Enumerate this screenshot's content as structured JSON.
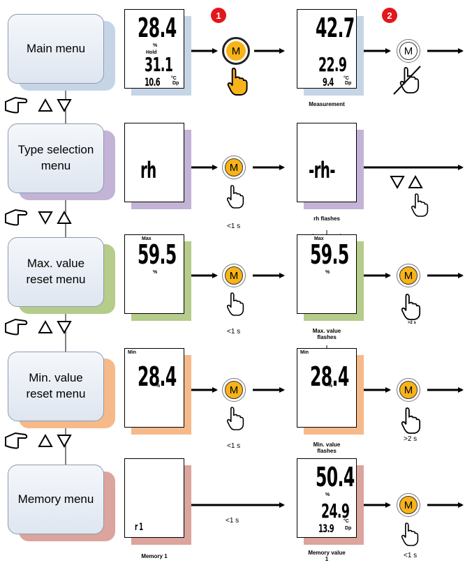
{
  "colors": {
    "row1": "#c6d5e6",
    "row2": "#c3b3d6",
    "row3": "#b5cc8a",
    "row4": "#f6b98a",
    "row5": "#dba49c",
    "button": "#f7b318",
    "badge": "#e3161b"
  },
  "badges": [
    "1",
    "2"
  ],
  "button_label": "M",
  "rows": [
    {
      "menu": [
        "Main menu"
      ],
      "display1": {
        "top": "28.4",
        "unit_top": "%",
        "hold": "Hold",
        "middle": "31.1",
        "unit_mid": "°C",
        "bottom": "10.6",
        "dp": "Dp"
      },
      "display2": {
        "top": "42.7",
        "middle": "22.9",
        "unit_mid": "°C",
        "bottom": "9.4",
        "dp": "Dp"
      },
      "caption2": [
        "Measurement"
      ]
    },
    {
      "menu": [
        "Type selection",
        "menu"
      ],
      "display1": {
        "main": "rh"
      },
      "press": "<1 s",
      "display2": {
        "main": "-rh-"
      },
      "caption2": [
        "rh flashes"
      ]
    },
    {
      "menu": [
        "Max. value",
        "reset menu"
      ],
      "display1": {
        "label": "Max",
        "main": "59.5",
        "unit": "%"
      },
      "press": "<1 s",
      "display2": {
        "label": "Max",
        "main": "59.5",
        "unit": "%"
      },
      "caption2": [
        "Max. value",
        "flashes"
      ],
      "press2": ">2 s"
    },
    {
      "menu": [
        "Min. value",
        "reset menu"
      ],
      "display1": {
        "label": "Min",
        "main": "28.4",
        "unit": "%"
      },
      "press": "<1 s",
      "display2": {
        "label": "Min",
        "main": "28.4",
        "unit": "%"
      },
      "caption2": [
        "Min. value",
        "flashes"
      ],
      "press2": ">2 s"
    },
    {
      "menu": [
        "Memory menu"
      ],
      "display1": {
        "main": "r 1"
      },
      "caption1": [
        "Memory 1"
      ],
      "press": "<1 s",
      "display2": {
        "top": "50.4",
        "unit_top": "%",
        "middle": "24.9",
        "unit_mid": "°C",
        "bottom": "13.9",
        "dp": "Dp"
      },
      "caption2": [
        "Memory value",
        "1"
      ],
      "press2": "<1 s"
    }
  ]
}
